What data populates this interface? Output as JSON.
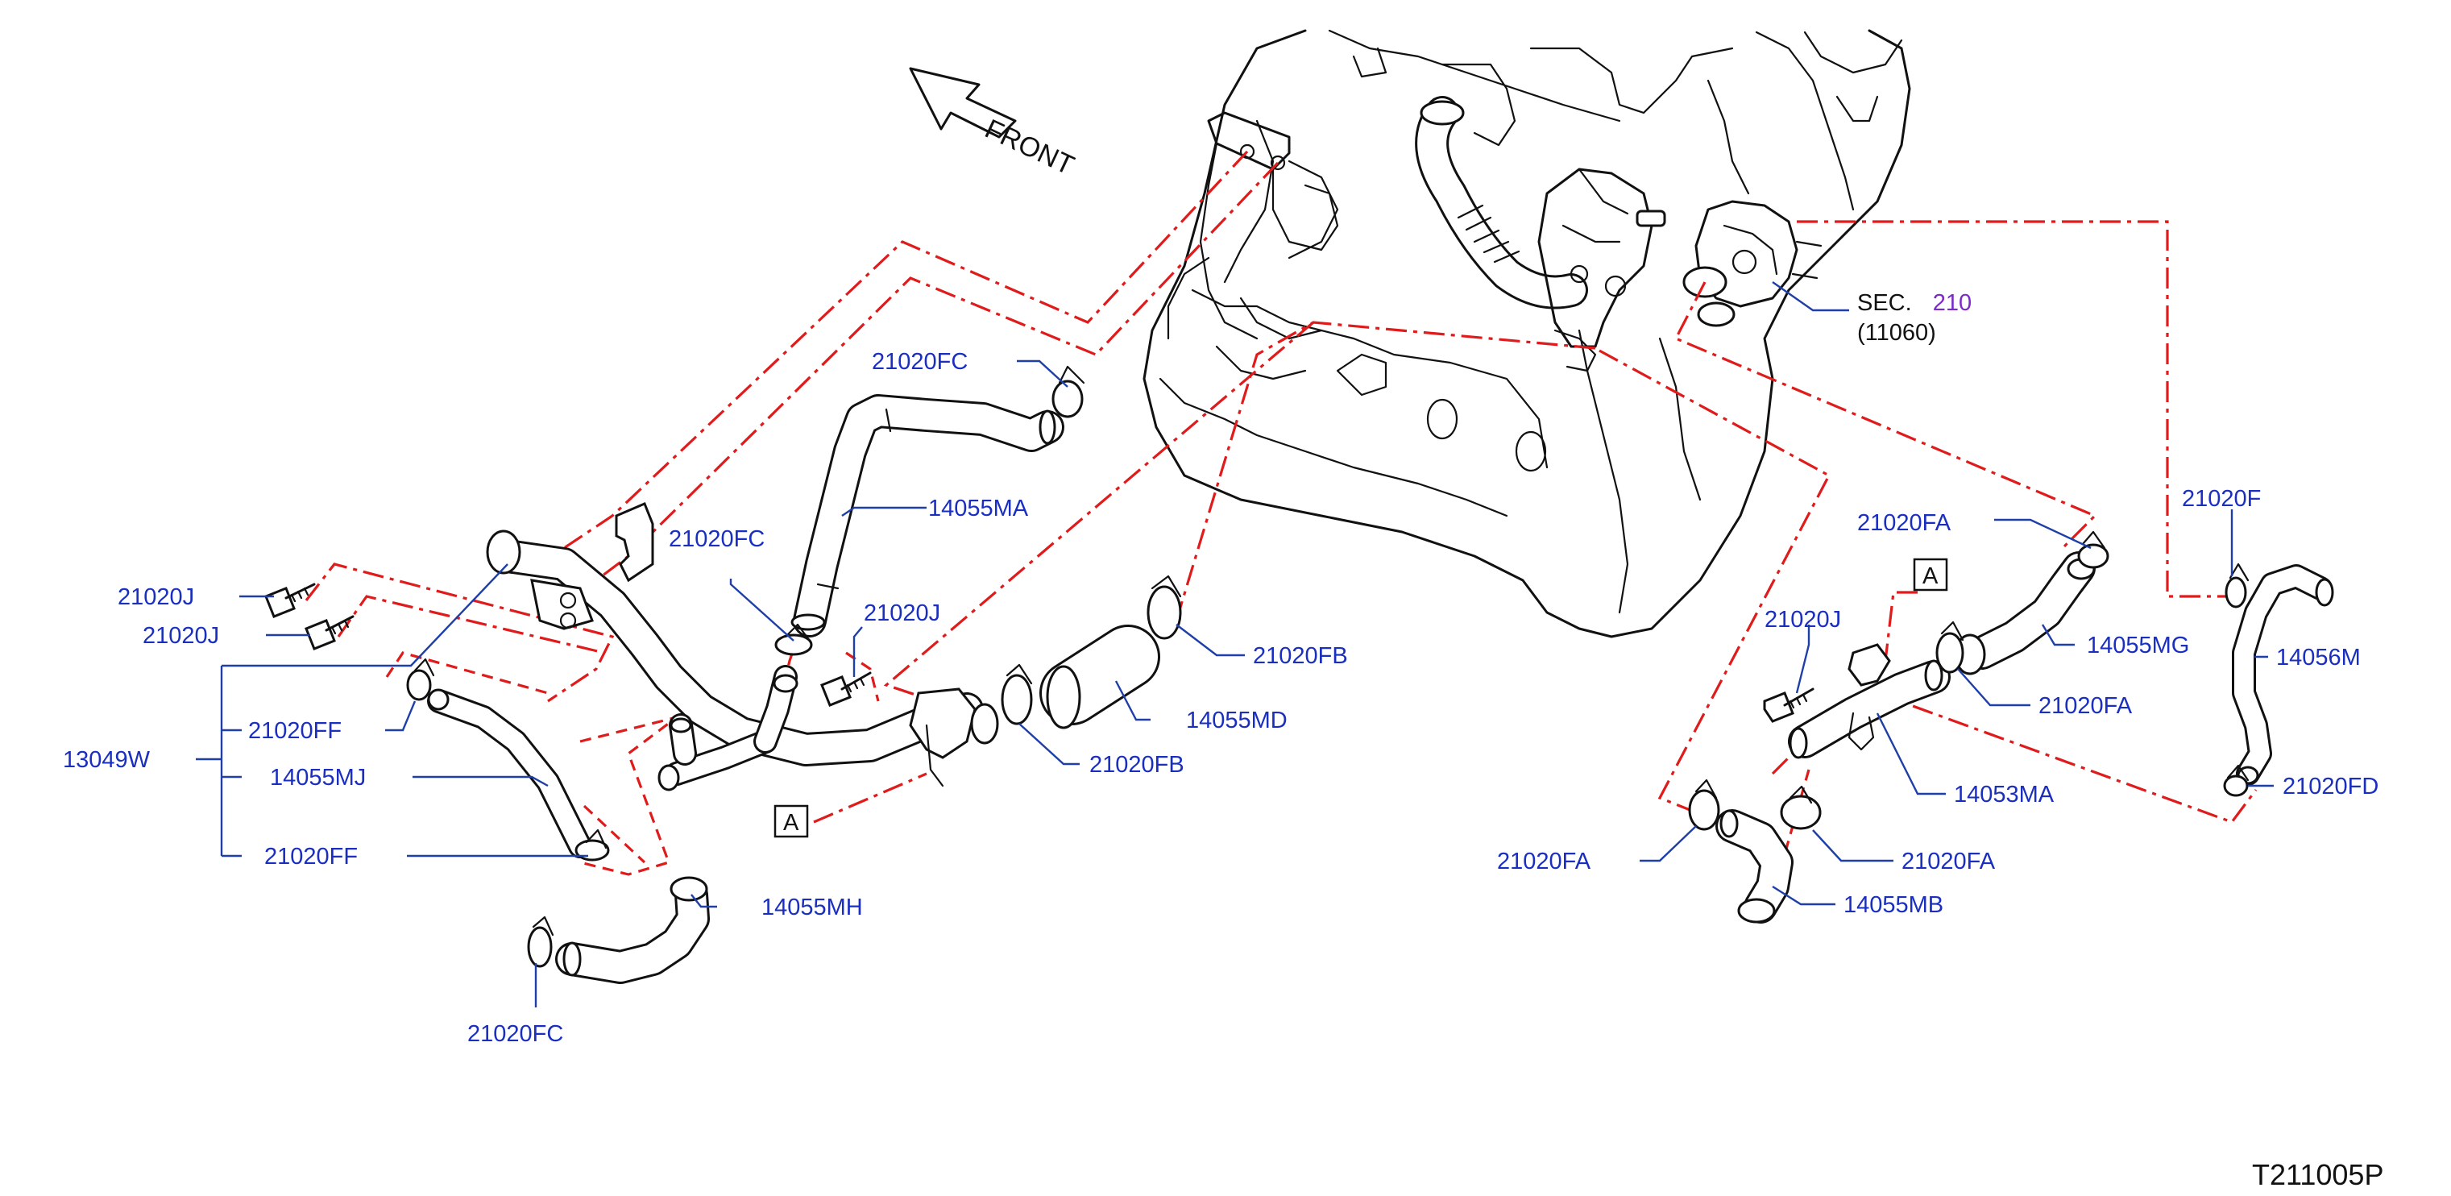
{
  "front_label": "FRONT",
  "figure_code": "T211005P",
  "section_ref": {
    "prefix": "SEC.",
    "number": "210",
    "sub": "(11060)"
  },
  "view_marker": "A",
  "parts": {
    "c_21020FC_top": "21020FC",
    "c_14055MA": "14055MA",
    "c_21020FC_mid": "21020FC",
    "c_21020J_left1": "21020J",
    "c_21020J_left2": "21020J",
    "c_21020J_center": "21020J",
    "c_13049W": "13049W",
    "c_21020FF_1": "21020FF",
    "c_14055MJ": "14055MJ",
    "c_21020FF_2": "21020FF",
    "c_14055MH": "14055MH",
    "c_21020FC_bottom": "21020FC",
    "c_21020FB_right": "21020FB",
    "c_14055MD": "14055MD",
    "c_21020FB_left": "21020FB",
    "c_21020FA_top": "21020FA",
    "c_21020J_right": "21020J",
    "c_14055MG": "14055MG",
    "c_21020FA_mid": "21020FA",
    "c_14053MA": "14053MA",
    "c_21020FA_left": "21020FA",
    "c_21020FA_bottom": "21020FA",
    "c_14055MB": "14055MB",
    "c_21020F": "21020F",
    "c_14056M": "14056M",
    "c_21020FD": "21020FD"
  },
  "colors": {
    "callout_text": "#1a2fc0",
    "leader_line": "#1f3fa8",
    "flow_dash": "#e01b1b",
    "section_number": "#7a2bc8"
  }
}
